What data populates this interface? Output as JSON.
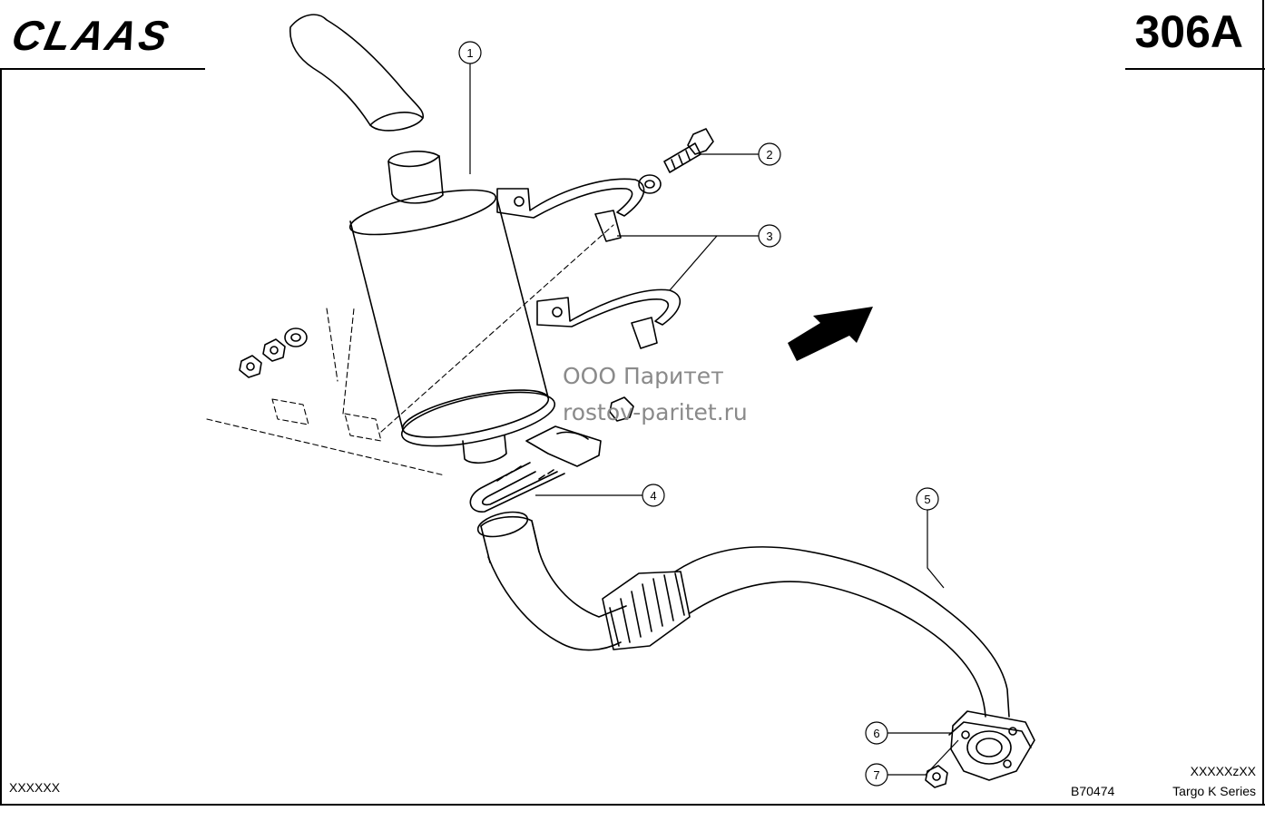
{
  "header": {
    "brand": "CLAAS",
    "page_code": "306A"
  },
  "watermark": {
    "line1": "ООО Паритет",
    "line2": "rostov-paritet.ru"
  },
  "callouts": [
    "1",
    "2",
    "3",
    "4",
    "5",
    "6",
    "7"
  ],
  "footer": {
    "left": "XXXXXX",
    "drawing_no": "B70474",
    "right_code": "XXXXXzXX",
    "series": "Targo K Series"
  }
}
